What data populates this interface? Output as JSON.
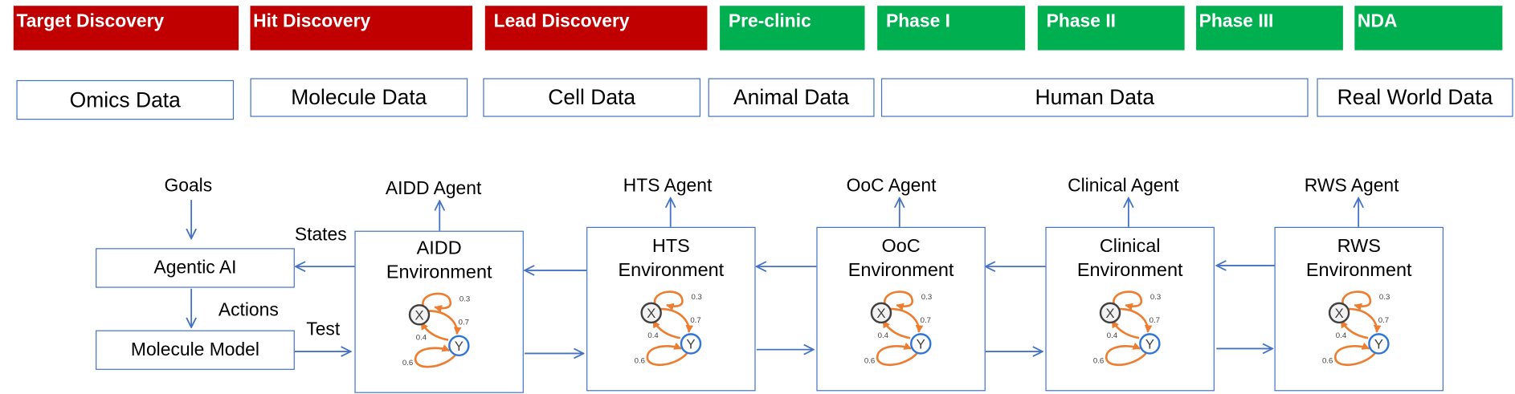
{
  "phases": [
    {
      "label": "Target Discovery",
      "color": "#c00000"
    },
    {
      "label": "Hit Discovery",
      "color": "#c00000"
    },
    {
      "label": "Lead Discovery",
      "color": "#c00000"
    },
    {
      "label": "Pre-clinic",
      "color": "#00b050"
    },
    {
      "label": "Phase I",
      "color": "#00b050"
    },
    {
      "label": "Phase II",
      "color": "#00b050"
    },
    {
      "label": "Phase III",
      "color": "#00b050"
    },
    {
      "label": "NDA",
      "color": "#00b050"
    }
  ],
  "data_types": [
    "Omics Data",
    "Molecule Data",
    "Cell Data",
    "Animal Data",
    "Human Data",
    "Real World Data"
  ],
  "left_flow": {
    "goals": "Goals",
    "agentic_ai": "Agentic AI",
    "states": "States",
    "actions": "Actions",
    "test": "Test",
    "molecule_model": "Molecule Model"
  },
  "environments": [
    {
      "agent": "AIDD Agent",
      "line1": "AIDD",
      "line2": "Environment"
    },
    {
      "agent": "HTS Agent",
      "line1": "HTS",
      "line2": "Environment"
    },
    {
      "agent": "OoC Agent",
      "line1": "OoC",
      "line2": "Environment"
    },
    {
      "agent": "Clinical Agent",
      "line1": "Clinical",
      "line2": "Environment"
    },
    {
      "agent": "RWS Agent",
      "line1": "RWS",
      "line2": "Environment"
    }
  ],
  "state_graph": {
    "node_x": "X",
    "node_y": "Y",
    "p_x_self": "0.3",
    "p_x_to_y": "0.7",
    "p_y_to_x": "0.4",
    "p_y_self": "0.6"
  },
  "colors": {
    "arrow_blue": "#4472c4",
    "graph_orange": "#ed7d31",
    "node_y_blue": "#2f75d6"
  }
}
